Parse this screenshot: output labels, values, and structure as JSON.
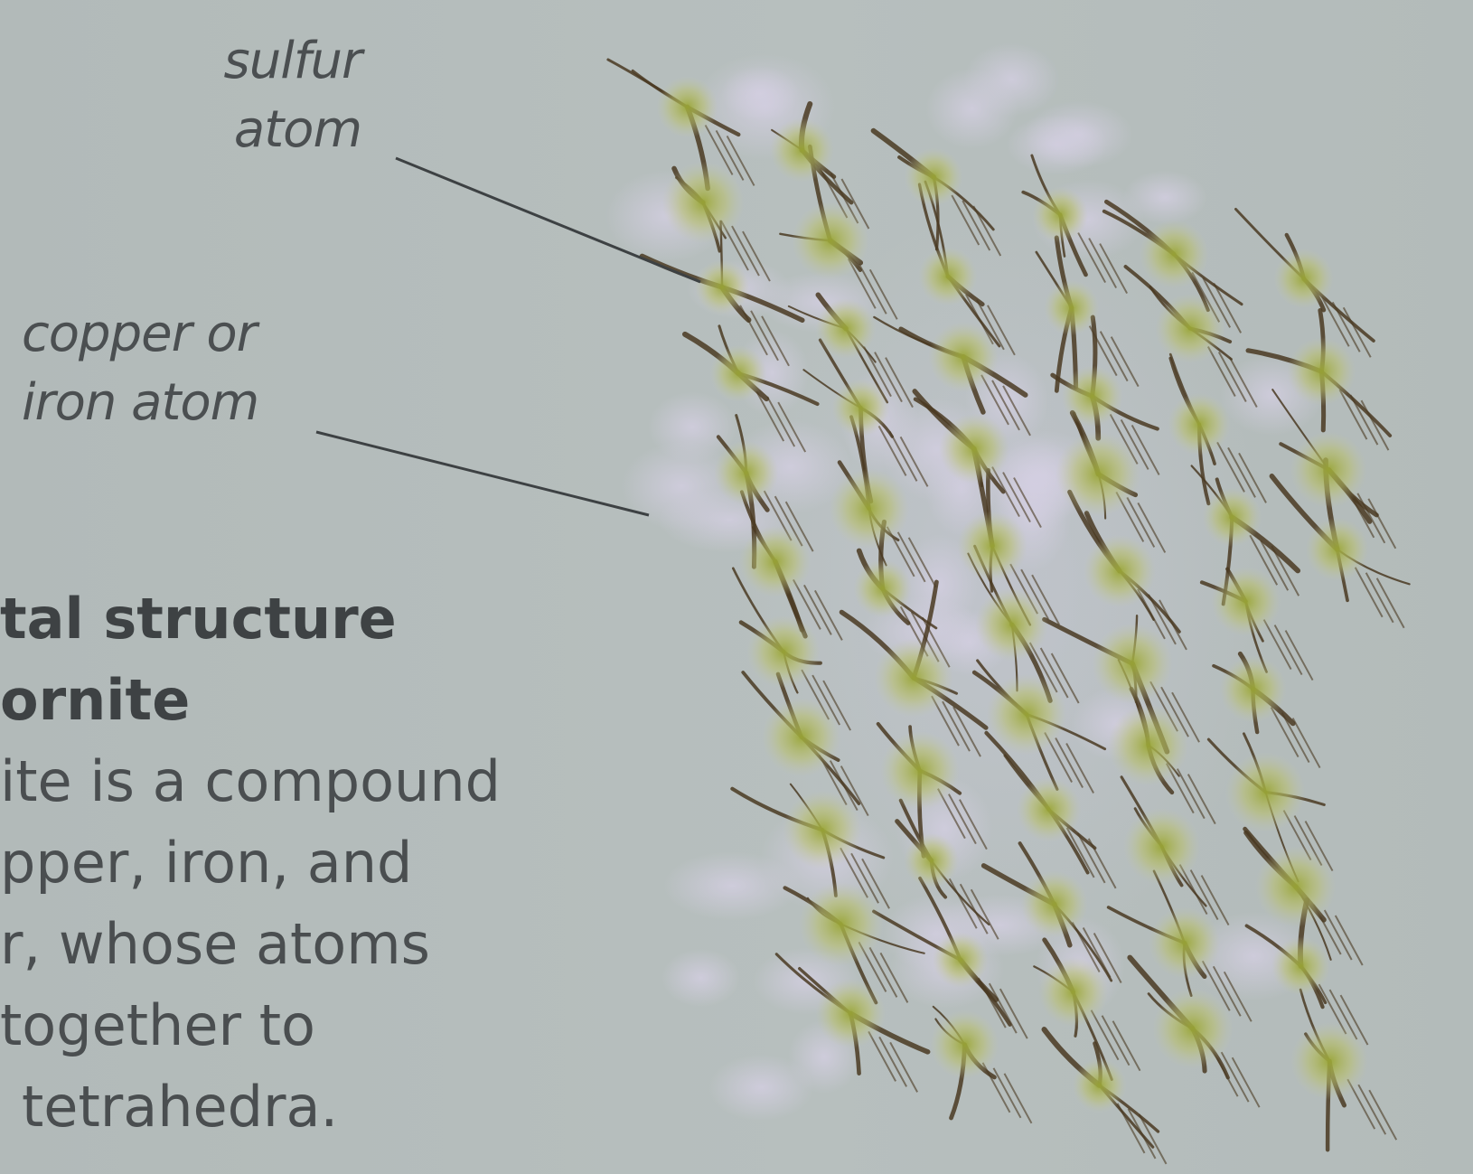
{
  "labels": {
    "sulfur": [
      "sulfur",
      "atom"
    ],
    "copper_iron": [
      "copper or",
      "iron atom"
    ]
  },
  "caption": {
    "heading": [
      "tal structure",
      "ornite"
    ],
    "body": [
      "ite is a compound",
      "pper, iron, and",
      "r, whose atoms",
      "together to",
      "tetrahedra."
    ]
  },
  "colors": {
    "background": "#b4bcbb",
    "atom_green": "#a9b44a",
    "bond_brown": "#4a3a22",
    "leader_line": "#3d4143"
  }
}
